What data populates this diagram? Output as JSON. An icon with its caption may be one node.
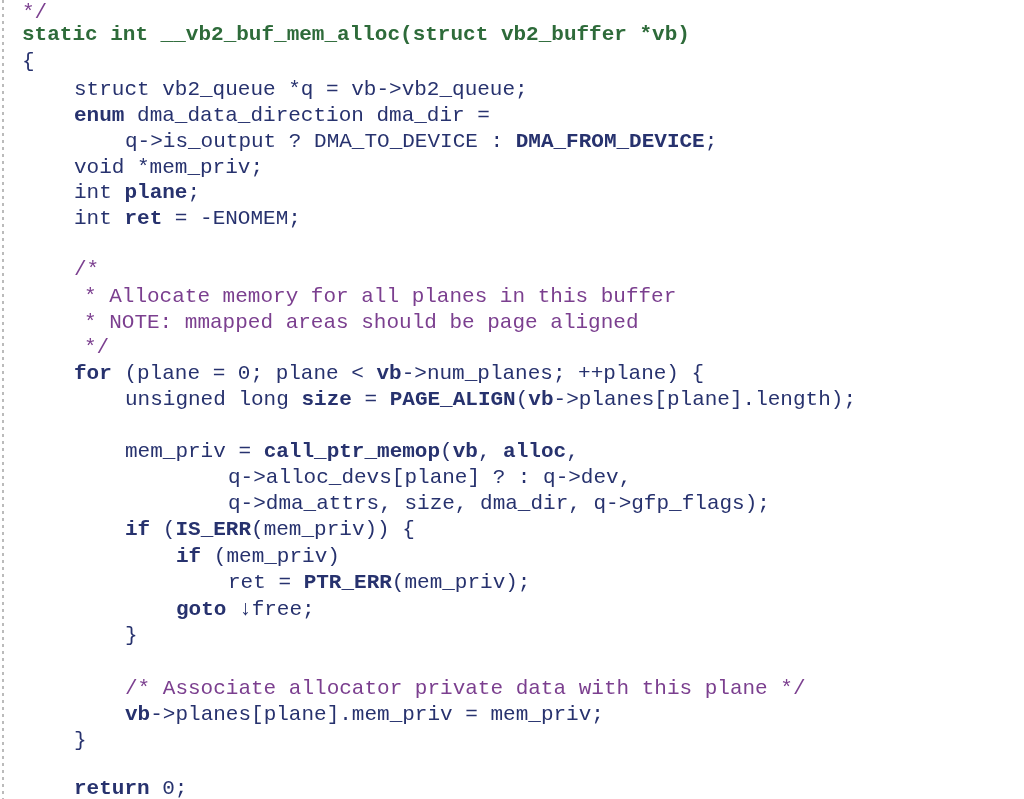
{
  "diagram": {
    "labels": [
      "*/",
      "static int __vb2_buf_mem_alloc(struct vb2_buffer *vb)",
      "{",
      "struct vb2_queue *q = vb->vb2_queue;",
      "**enum** dma_data_direction dma_dir =",
      "q->is_output ? DMA_TO_DEVICE : **DMA_FROM_DEVICE**;",
      "void *mem_priv;",
      "int **plane**;",
      "int **ret** = -ENOMEM;",
      "/*",
      "* Allocate memory for all planes in this buffer",
      "* NOTE: mmapped areas should be page aligned",
      "*/",
      "**for** (plane = 0; plane < **vb**->num_planes; ++plane) {",
      "unsigned long **size** = **PAGE_ALIGN**(**vb**->planes[plane].length);",
      "mem_priv = **call_ptr_memop**(**vb**, **alloc**,",
      "q->alloc_devs[plane] ? : q->dev,",
      "q->dma_attrs, size, dma_dir, q->gfp_flags);",
      "**if** (**IS_ERR**(mem_priv)) {",
      "**if** (mem_priv)",
      "ret = **PTR_ERR**(mem_priv);",
      "**goto** ↓free;",
      "}",
      "/* Associate allocator private data with this plane */",
      "**vb**->planes[plane].mem_priv = mem_priv;",
      "}",
      "**return** 0;"
    ]
  }
}
